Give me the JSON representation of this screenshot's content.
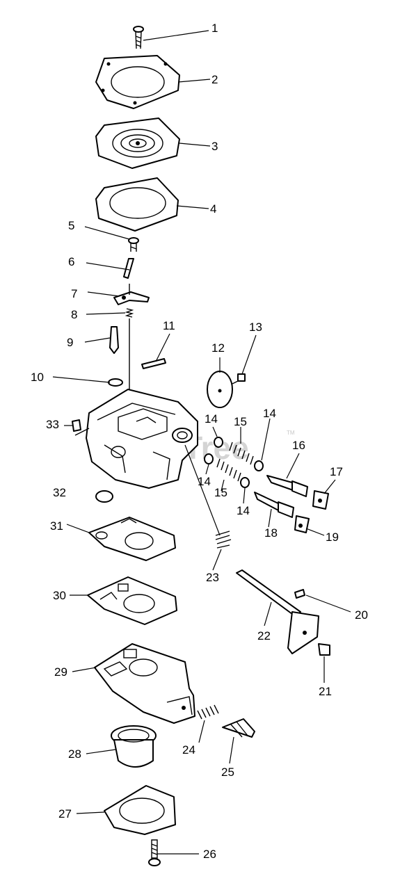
{
  "watermark": {
    "text": "PartsTree",
    "trademark": "TM"
  },
  "callouts": [
    {
      "id": "callout-1",
      "text": "1"
    },
    {
      "id": "callout-2",
      "text": "2"
    },
    {
      "id": "callout-3",
      "text": "3"
    },
    {
      "id": "callout-4",
      "text": "4"
    },
    {
      "id": "callout-5",
      "text": "5"
    },
    {
      "id": "callout-6",
      "text": "6"
    },
    {
      "id": "callout-7",
      "text": "7"
    },
    {
      "id": "callout-8",
      "text": "8"
    },
    {
      "id": "callout-9",
      "text": "9"
    },
    {
      "id": "callout-10",
      "text": "10"
    },
    {
      "id": "callout-11",
      "text": "11"
    },
    {
      "id": "callout-12",
      "text": "12"
    },
    {
      "id": "callout-13",
      "text": "13"
    },
    {
      "id": "callout-14a",
      "text": "14"
    },
    {
      "id": "callout-14b",
      "text": "14"
    },
    {
      "id": "callout-14c",
      "text": "14"
    },
    {
      "id": "callout-14d",
      "text": "14"
    },
    {
      "id": "callout-15a",
      "text": "15"
    },
    {
      "id": "callout-15b",
      "text": "15"
    },
    {
      "id": "callout-16",
      "text": "16"
    },
    {
      "id": "callout-17",
      "text": "17"
    },
    {
      "id": "callout-18",
      "text": "18"
    },
    {
      "id": "callout-19",
      "text": "19"
    },
    {
      "id": "callout-20",
      "text": "20"
    },
    {
      "id": "callout-21",
      "text": "21"
    },
    {
      "id": "callout-22",
      "text": "22"
    },
    {
      "id": "callout-23",
      "text": "23"
    },
    {
      "id": "callout-24",
      "text": "24"
    },
    {
      "id": "callout-25",
      "text": "25"
    },
    {
      "id": "callout-26",
      "text": "26"
    },
    {
      "id": "callout-27",
      "text": "27"
    },
    {
      "id": "callout-28",
      "text": "28"
    },
    {
      "id": "callout-29",
      "text": "29"
    },
    {
      "id": "callout-30",
      "text": "30"
    },
    {
      "id": "callout-31",
      "text": "31"
    },
    {
      "id": "callout-32",
      "text": "32"
    },
    {
      "id": "callout-33",
      "text": "33"
    }
  ]
}
